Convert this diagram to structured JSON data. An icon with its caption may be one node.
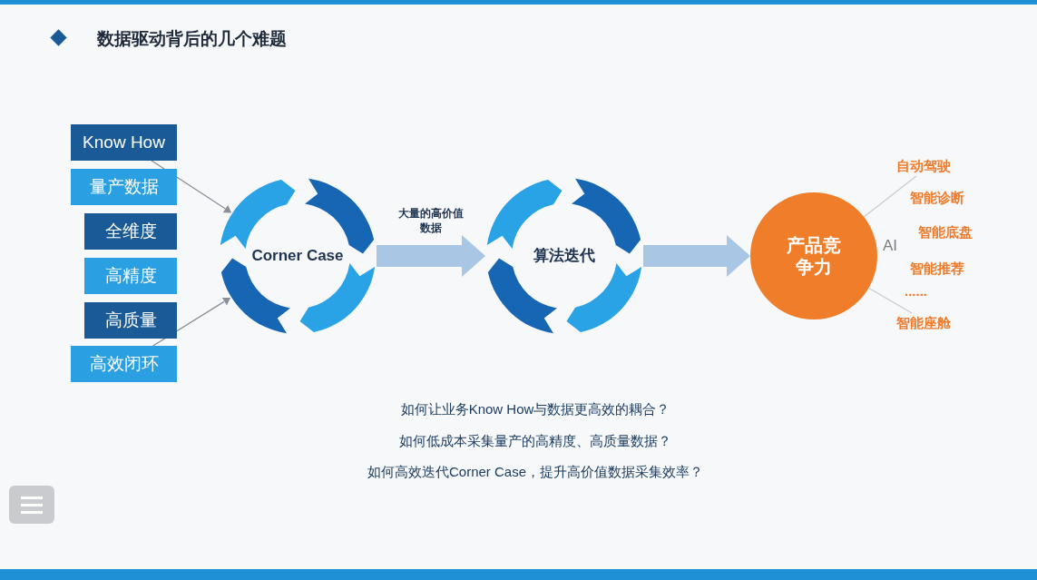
{
  "diagram": {
    "title": "数据驱动背后的几个难题",
    "nodes": [
      {
        "text": [
          "Know How"
        ]
      },
      {
        "text": [
          "量产数据"
        ]
      },
      {
        "text": [
          "全维度"
        ]
      },
      {
        "text": [
          "高精度"
        ]
      },
      {
        "text": [
          "高质量"
        ]
      },
      {
        "text": [
          "高效闭环"
        ]
      },
      {
        "text": [
          "Corner Case"
        ]
      },
      {
        "text": [
          "算法迭代"
        ]
      },
      {
        "text": [
          "产品竞争力"
        ]
      },
      {
        "text": [
          "自动驾驶"
        ]
      },
      {
        "text": [
          "智能诊断"
        ]
      },
      {
        "text": [
          "智能底盘"
        ]
      },
      {
        "text": [
          "智能推荐"
        ]
      },
      {
        "text": [
          "......"
        ]
      },
      {
        "text": [
          "智能座舱"
        ]
      }
    ],
    "edges": [
      {
        "from": 0,
        "to": 6,
        "arrow": "to"
      },
      {
        "from": 5,
        "to": 6,
        "arrow": "to"
      },
      {
        "from": 6,
        "to": 7,
        "arrow": "to",
        "label": "大量的高价值数据",
        "style": "thick",
        "color": "#a9c6e4"
      },
      {
        "from": 7,
        "to": 8,
        "arrow": "to",
        "style": "thick",
        "color": "#a9c6e4"
      },
      {
        "from": 8,
        "to": 9,
        "arrow": "none",
        "color": "#c8ccd2"
      },
      {
        "from": 8,
        "to": 14,
        "arrow": "none",
        "color": "#c8ccd2"
      }
    ],
    "labels": [
      "AI",
      "如何让业务Know How与数据更高效的耦合？",
      "如何低成本采集量产的高精度、高质量数据？",
      "如何高效迭代Corner Case，提升高价值数据采集效率？"
    ]
  }
}
